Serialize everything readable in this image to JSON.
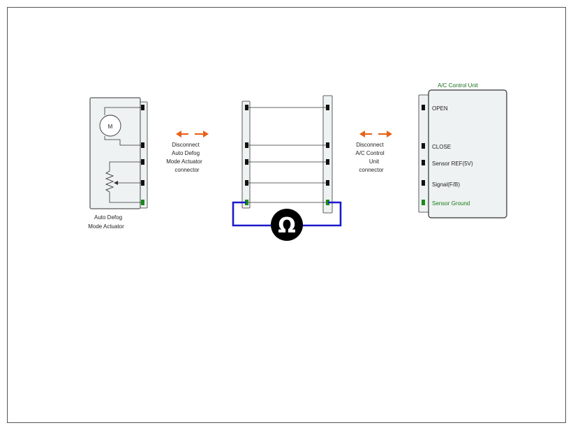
{
  "actuator": {
    "name_line1": "Auto Defog",
    "name_line2": "Mode Actuator",
    "motor_symbol": "M"
  },
  "left_note": {
    "line1": "Disconnect",
    "line2": "Auto Defog",
    "line3": "Mode Actuator",
    "line4": "connector"
  },
  "right_note": {
    "line1": "Disconnect",
    "line2": "A/C Control",
    "line3": "Unit",
    "line4": "connector"
  },
  "control_unit": {
    "title": "A/C Control Unit",
    "pins": [
      "OPEN",
      "CLOSE",
      "Sensor REF(5V)",
      "Signal(F/B)",
      "Sensor Ground"
    ]
  },
  "meter": {
    "symbol": "Ω"
  },
  "colors": {
    "arrow": "#e8621a",
    "meter_lead": "#1a1acc",
    "ground_pin": "#1a8a1a",
    "pin": "#111111",
    "connector_fill": "#eef2f2"
  }
}
